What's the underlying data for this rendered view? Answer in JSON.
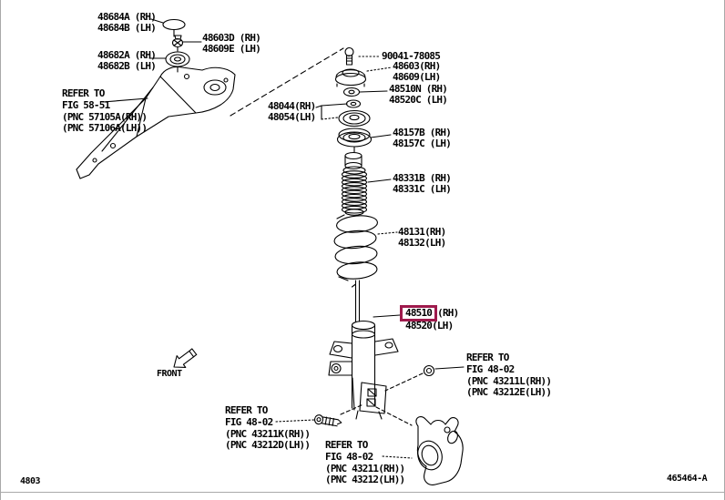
{
  "colors": {
    "highlight_box": "#9E1A4C",
    "line": "#000000",
    "frame": "#A9A9A9"
  },
  "footer": {
    "page_code": "4803",
    "figure_code": "465464-A"
  },
  "front_indicator": {
    "label": "FRONT"
  },
  "callouts": {
    "c48684": {
      "line1": "48684A (RH)",
      "line2": "48684B (LH)"
    },
    "c48603d": {
      "line1": "48603D (RH)",
      "line2": "48609E (LH)"
    },
    "c48682": {
      "line1": "48682A (RH)",
      "line2": "48682B (LH)"
    },
    "refer5851": {
      "line1": "REFER TO",
      "line2": "FIG 58-51",
      "line3": "(PNC 57105A(RH))",
      "line4": "(PNC 57106A(LH))"
    },
    "c90041": {
      "line1": "90041-78085"
    },
    "c48603": {
      "line1": "48603(RH)",
      "line2": "48609(LH)"
    },
    "c48510n": {
      "line1": "48510N (RH)",
      "line2": "48520C (LH)"
    },
    "c48044": {
      "line1": "48044(RH)",
      "line2": "48054(LH)"
    },
    "c48157": {
      "line1": "48157B (RH)",
      "line2": "48157C (LH)"
    },
    "c48331": {
      "line1": "48331B (RH)",
      "line2": "48331C (LH)"
    },
    "c48131": {
      "line1": "48131(RH)",
      "line2": "48132(LH)"
    },
    "c48510": {
      "highlighted": "48510",
      "suffix1": "(RH)",
      "line2": "48520(LH)"
    },
    "refer4802_right": {
      "line1": "REFER TO",
      "line2": "FIG 48-02",
      "line3": "(PNC 43211L(RH))",
      "line4": "(PNC 43212E(LH))"
    },
    "refer4802_left": {
      "line1": "REFER TO",
      "line2": "FIG 48-02",
      "line3": "(PNC 43211K(RH))",
      "line4": "(PNC 43212D(LH))"
    },
    "refer4802_bottom": {
      "line1": "REFER TO",
      "line2": "FIG 48-02",
      "line3": "(PNC 43211(RH))",
      "line4": "(PNC 43212(LH))"
    }
  }
}
